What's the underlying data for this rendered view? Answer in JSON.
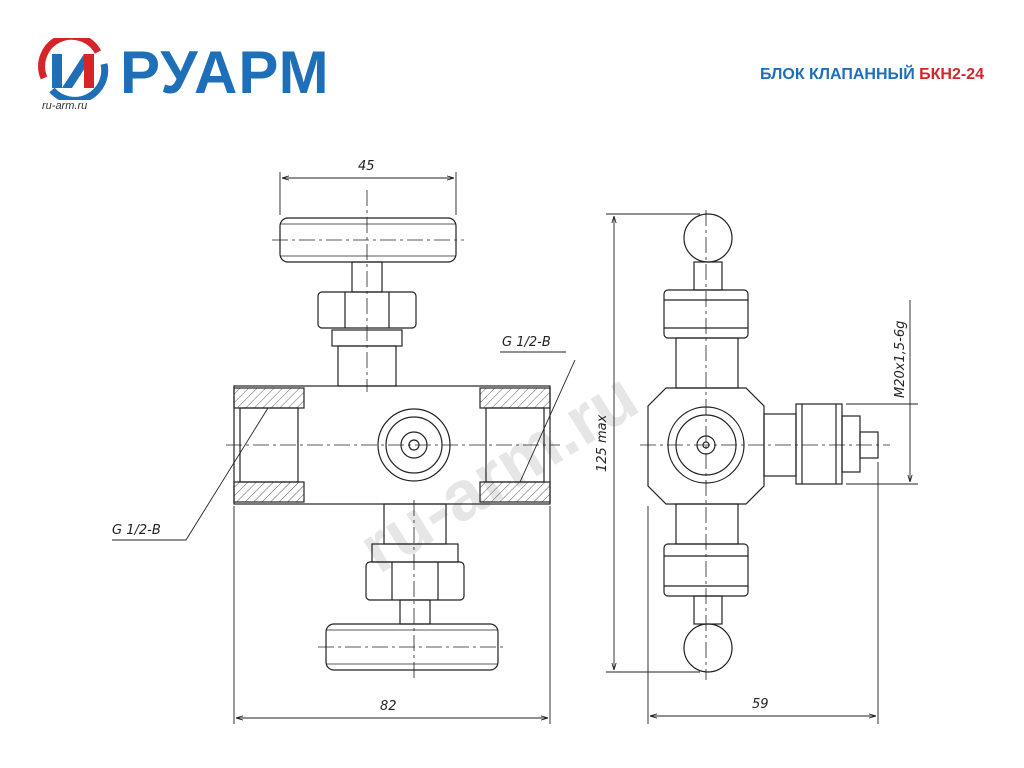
{
  "brand": {
    "name": "РУАРМ",
    "url": "ru-arm.ru",
    "colors": {
      "blue": "#1f6fb8",
      "red": "#d6242b"
    }
  },
  "title": {
    "prefix": "БЛОК КЛАПАННЫЙ",
    "code": "БКН2-24"
  },
  "watermark": "ru-arm.ru",
  "dimensions": {
    "handle_width": "45",
    "body_length": "82",
    "height": "125 max",
    "side_width": "59",
    "thread_side": "M20x1,5-6g",
    "thread_left": "G 1/2-B",
    "thread_right": "G 1/2-B"
  }
}
